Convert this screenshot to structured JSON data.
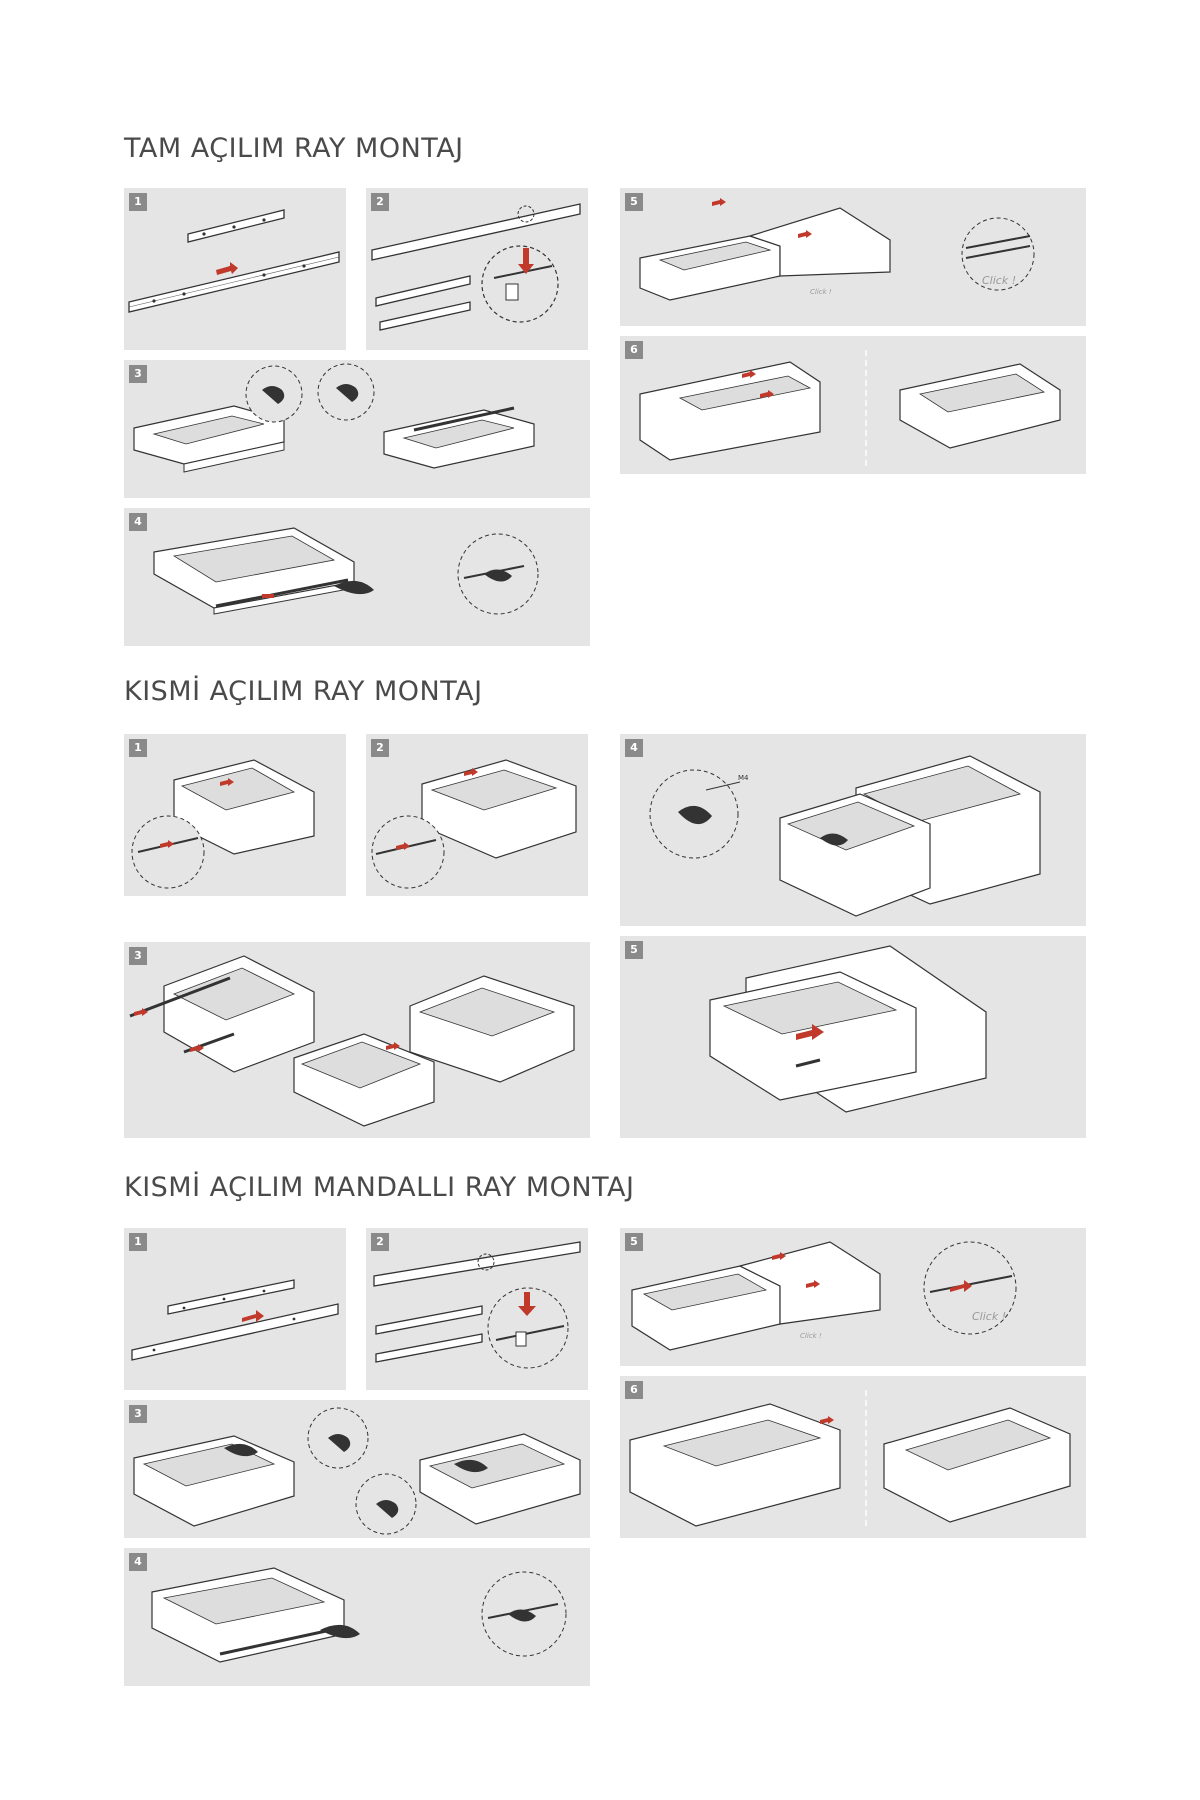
{
  "sections": [
    {
      "title": "TAM AÇILIM RAY MONTAJ"
    },
    {
      "title": "KISMİ AÇILIM RAY MONTAJ"
    },
    {
      "title": "KISMİ AÇILIM MANDALLI RAY MONTAJ"
    }
  ],
  "steps": {
    "s1": [
      "1",
      "2",
      "3",
      "4",
      "5",
      "6"
    ],
    "s2": [
      "1",
      "2",
      "3",
      "4",
      "5"
    ],
    "s3": [
      "1",
      "2",
      "3",
      "4",
      "5",
      "6"
    ]
  },
  "labels": {
    "click": "Click !",
    "click_small": "Click !",
    "m4": "M4"
  },
  "colors": {
    "panel_bg": "#e5e5e5",
    "badge_bg": "#8a8a8a",
    "arrow_red": "#c0392b",
    "line": "#333333"
  },
  "icons": [
    "drawer-illustration",
    "rail-illustration",
    "detail-zoom-circle",
    "red-arrow"
  ]
}
